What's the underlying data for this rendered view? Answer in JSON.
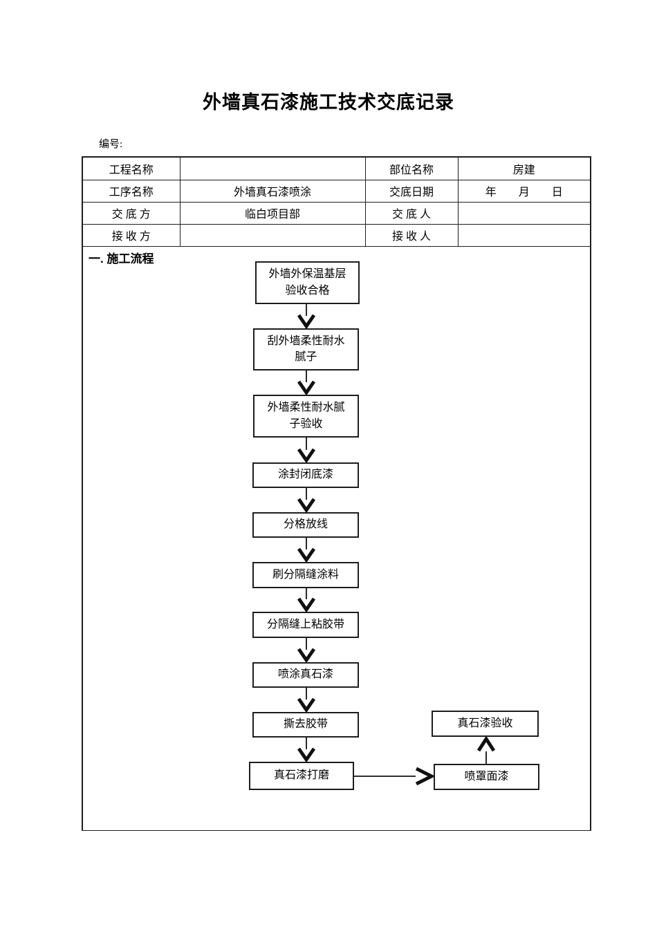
{
  "page": {
    "title": "外墙真石漆施工技术交底记录",
    "number_label": "编号:"
  },
  "info_table": {
    "rows": [
      {
        "label1": "工程名称",
        "value1": "",
        "label2": "部位名称",
        "value2": "房建"
      },
      {
        "label1": "工序名称",
        "value1": "外墙真石漆喷涂",
        "label2": "交底日期",
        "value2": "年　　月　　日"
      },
      {
        "label1": "交 底 方",
        "value1": "临白项目部",
        "label2": "交 底 人",
        "value2": ""
      },
      {
        "label1": "接 收 方",
        "value1": "",
        "label2": "接 收 人",
        "value2": ""
      }
    ]
  },
  "section": {
    "heading": "一. 施工流程"
  },
  "flowchart": {
    "nodes": [
      {
        "id": "insulation-base-accepted",
        "label": "外墙外保温基层\n验收合格"
      },
      {
        "id": "apply-flexible-putty",
        "label": "刮外墙柔性耐水\n腻子"
      },
      {
        "id": "putty-acceptance",
        "label": "外墙柔性耐水腻\n子验收"
      },
      {
        "id": "seal-primer",
        "label": "涂封闭底漆"
      },
      {
        "id": "grid-setting-out",
        "label": "分格放线"
      },
      {
        "id": "brush-joint-coating",
        "label": "刷分隔缝涂料"
      },
      {
        "id": "tape-on-joints",
        "label": "分隔缝上粘胶带"
      },
      {
        "id": "spray-stone-paint",
        "label": "喷涂真石漆"
      },
      {
        "id": "remove-tape",
        "label": "撕去胶带"
      },
      {
        "id": "stone-paint-polishing",
        "label": "真石漆打磨"
      },
      {
        "id": "stone-paint-acceptance",
        "label": "真石漆验收"
      },
      {
        "id": "spray-topcoat",
        "label": "喷罩面漆"
      }
    ]
  }
}
